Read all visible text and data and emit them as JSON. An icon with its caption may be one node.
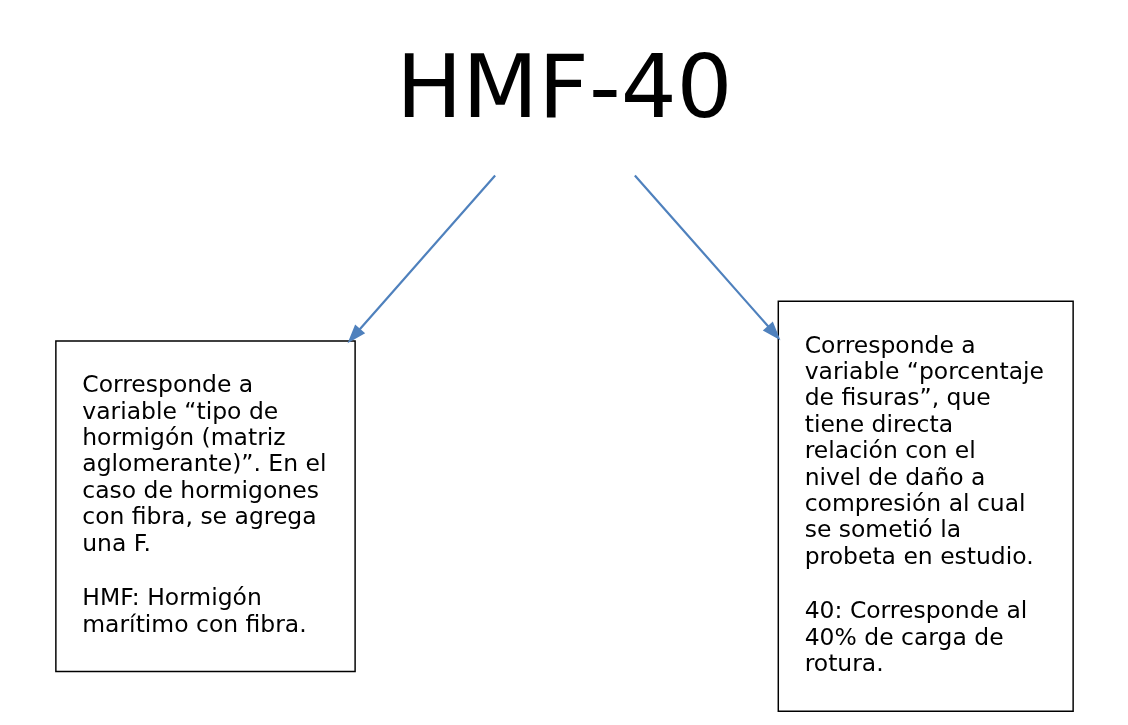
{
  "diagram": {
    "nodes": [
      {
        "text": [
          "HMF-40"
        ]
      },
      {
        "text": [
          "Corresponde a variable “tipo de hormigón (matriz aglomerante)”. En el caso de hormigones con fibra, se agrega una F.",
          "HMF: Hormigón marítimo con fibra."
        ]
      },
      {
        "text": [
          "Corresponde a variable “porcentaje de fisuras”, que tiene directa relación con el nivel de daño a compresión al cual se sometió la probeta en estudio.",
          "40: Corresponde al 40% de carga de rotura."
        ]
      }
    ],
    "edges": [
      {
        "from": 0,
        "to": 1,
        "arrow": "to"
      },
      {
        "from": 0,
        "to": 2,
        "arrow": "to"
      }
    ]
  }
}
